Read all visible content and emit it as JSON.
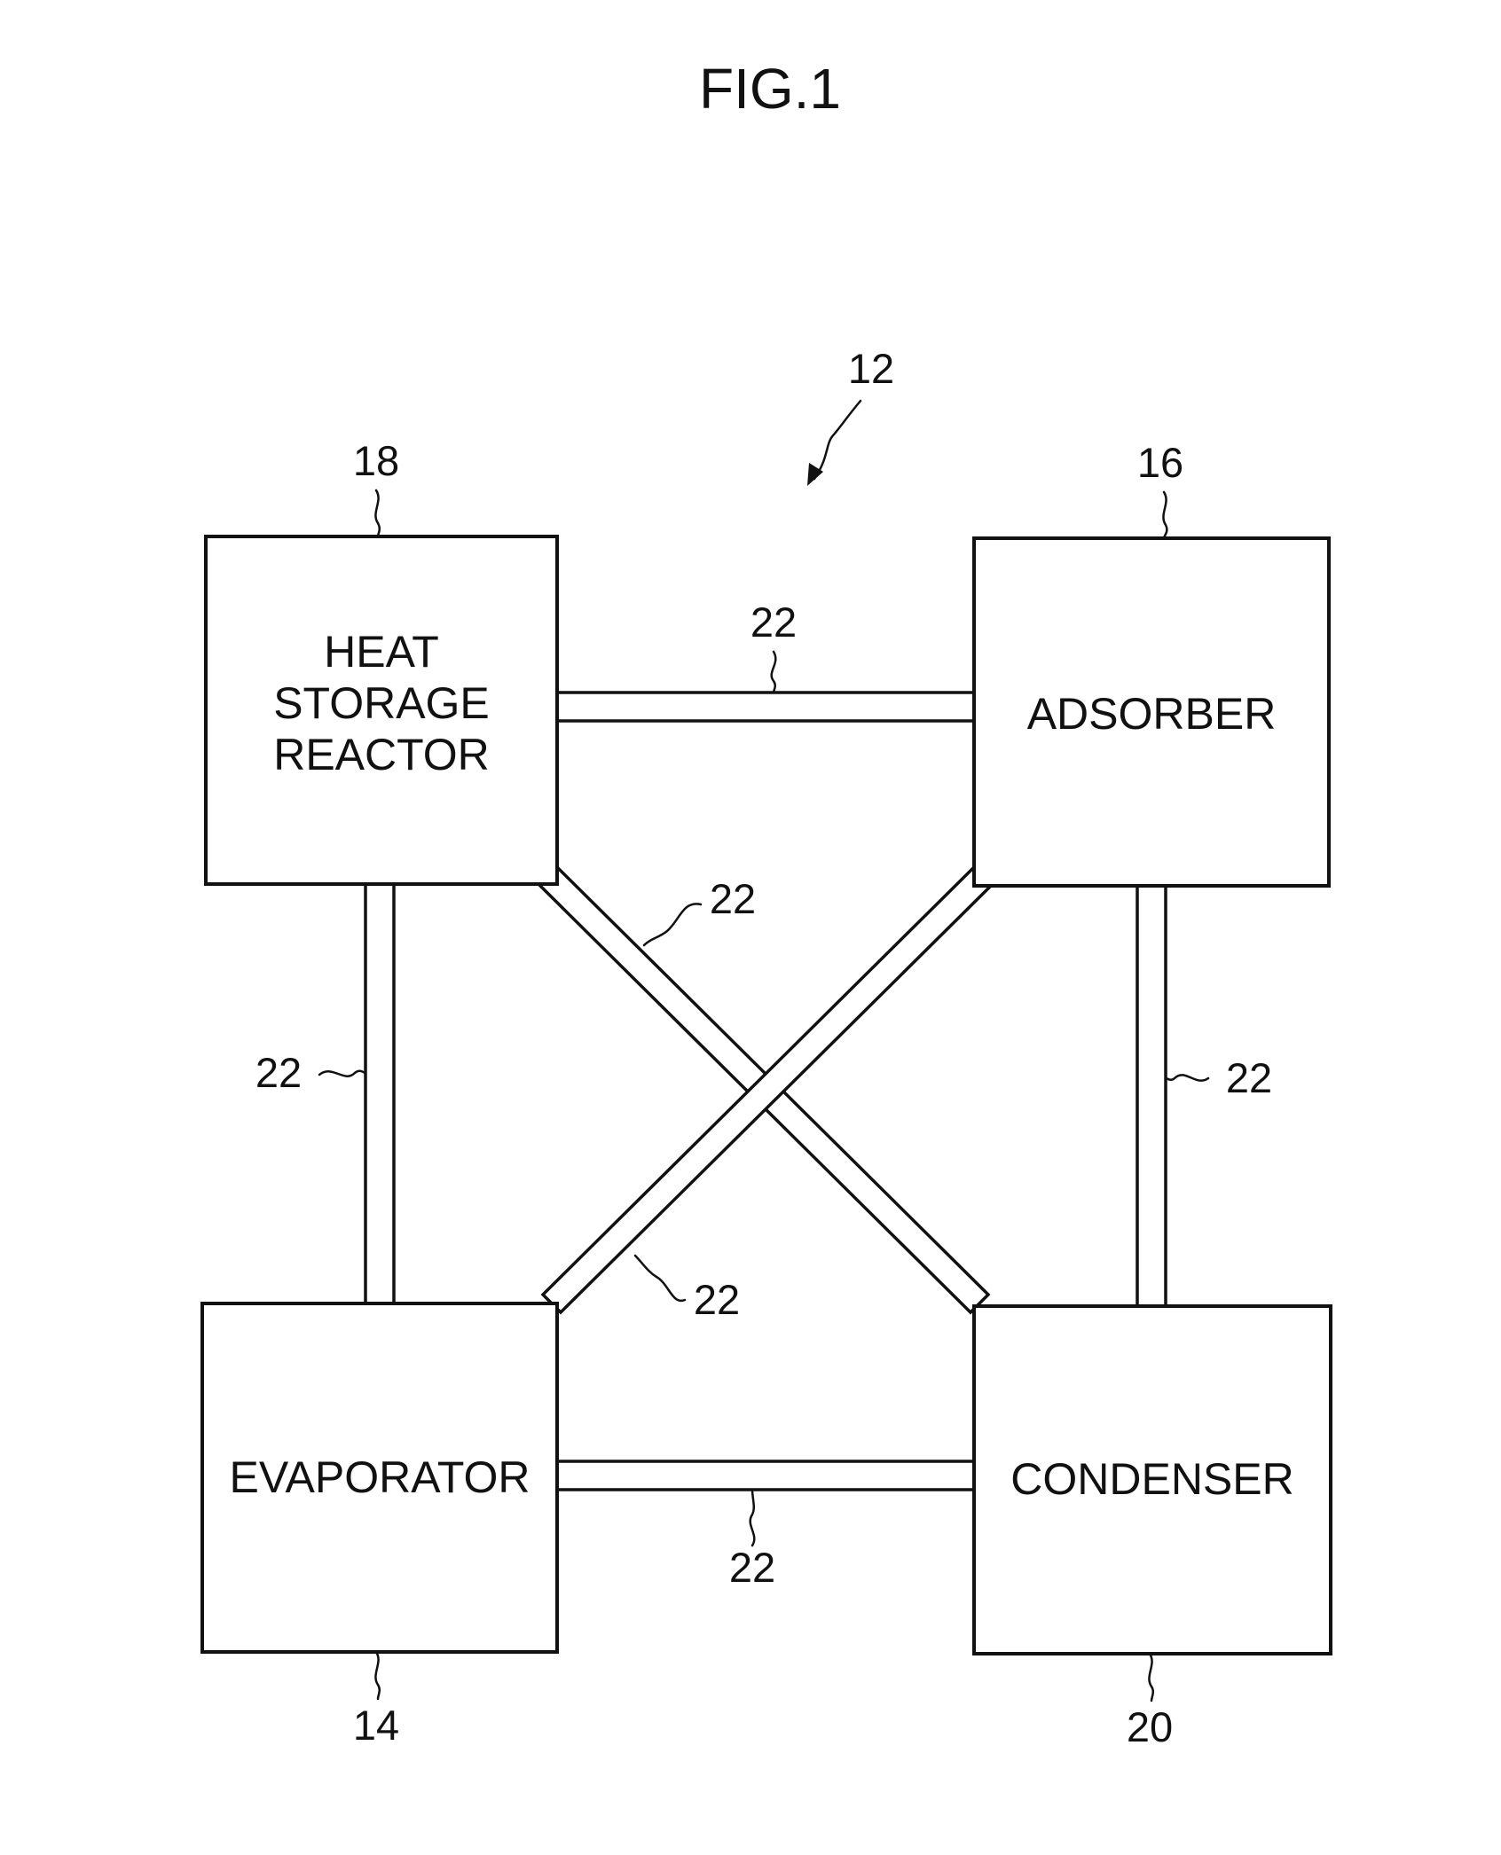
{
  "figure": {
    "title": "FIG.1"
  },
  "system": {
    "ref": "12"
  },
  "components": {
    "heat_storage_reactor": {
      "label_lines": [
        "HEAT",
        "STORAGE",
        "REACTOR"
      ],
      "ref": "18"
    },
    "adsorber": {
      "label": "ADSORBER",
      "ref": "16"
    },
    "evaporator": {
      "label": "EVAPORATOR",
      "ref": "14"
    },
    "condenser": {
      "label": "CONDENSER",
      "ref": "20"
    }
  },
  "pipes": {
    "ref": "22"
  }
}
